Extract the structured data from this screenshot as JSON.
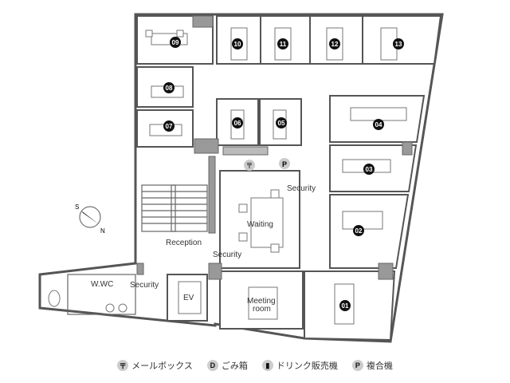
{
  "rooms": [
    {
      "id": "09"
    },
    {
      "id": "10"
    },
    {
      "id": "11"
    },
    {
      "id": "12"
    },
    {
      "id": "13"
    },
    {
      "id": "08"
    },
    {
      "id": "07"
    },
    {
      "id": "06"
    },
    {
      "id": "05"
    },
    {
      "id": "04"
    },
    {
      "id": "03"
    },
    {
      "id": "02"
    },
    {
      "id": "01"
    }
  ],
  "labels": {
    "security_1": "Security",
    "security_2": "Security",
    "security_3": "Security",
    "waiting": "Waiting",
    "reception": "Reception",
    "wwc": "W.WC",
    "ev": "EV",
    "meeting_1": "Meeting",
    "meeting_2": "room"
  },
  "compass": {
    "s": "S",
    "n": "N"
  },
  "map_icons": {
    "mailbox": "〒",
    "copier": "P"
  },
  "legend": [
    {
      "icon": "〒",
      "label": "メールボックス"
    },
    {
      "icon": "D",
      "label": "ごみ箱"
    },
    {
      "icon": "▮",
      "label": "ドリンク販売機"
    },
    {
      "icon": "P",
      "label": "複合機"
    }
  ]
}
